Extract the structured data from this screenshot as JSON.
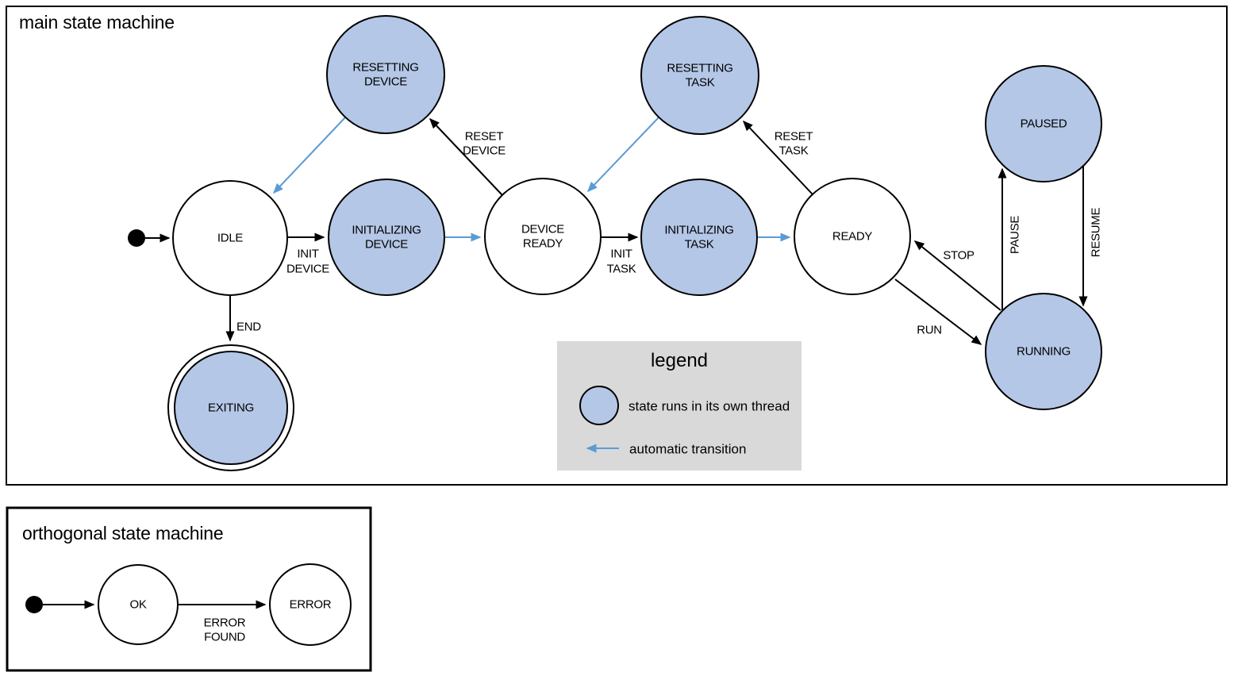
{
  "colors": {
    "thread_state_fill": "#b4c7e7",
    "normal_state_fill": "#ffffff",
    "auto_transition_blue": "#5b9bd5",
    "legend_background": "#d9d9d9",
    "outline": "#000000"
  },
  "main_machine": {
    "title": "main state machine",
    "states": {
      "idle": {
        "label": "IDLE"
      },
      "resetting_device": {
        "line1": "RESETTING",
        "line2": "DEVICE"
      },
      "initializing_device": {
        "line1": "INITIALIZING",
        "line2": "DEVICE"
      },
      "device_ready": {
        "line1": "DEVICE",
        "line2": "READY"
      },
      "resetting_task": {
        "line1": "RESETTING",
        "line2": "TASK"
      },
      "initializing_task": {
        "line1": "INITIALIZING",
        "line2": "TASK"
      },
      "ready": {
        "label": "READY"
      },
      "paused": {
        "label": "PAUSED"
      },
      "running": {
        "label": "RUNNING"
      },
      "exiting": {
        "label": "EXITING"
      }
    },
    "transitions": {
      "init_device": {
        "line1": "INIT",
        "line2": "DEVICE"
      },
      "reset_device": {
        "line1": "RESET",
        "line2": "DEVICE"
      },
      "init_task": {
        "line1": "INIT",
        "line2": "TASK"
      },
      "reset_task": {
        "line1": "RESET",
        "line2": "TASK"
      },
      "end": {
        "label": "END"
      },
      "run": {
        "label": "RUN"
      },
      "stop": {
        "label": "STOP"
      },
      "pause": {
        "label": "PAUSE"
      },
      "resume": {
        "label": "RESUME"
      }
    }
  },
  "legend": {
    "title": "legend",
    "thread_state_label": "state runs in its own thread",
    "auto_transition_label": "automatic transition"
  },
  "orthogonal_machine": {
    "title": "orthogonal state machine",
    "states": {
      "ok": {
        "label": "OK"
      },
      "error": {
        "label": "ERROR"
      }
    },
    "transitions": {
      "error_found": {
        "line1": "ERROR",
        "line2": "FOUND"
      }
    }
  }
}
